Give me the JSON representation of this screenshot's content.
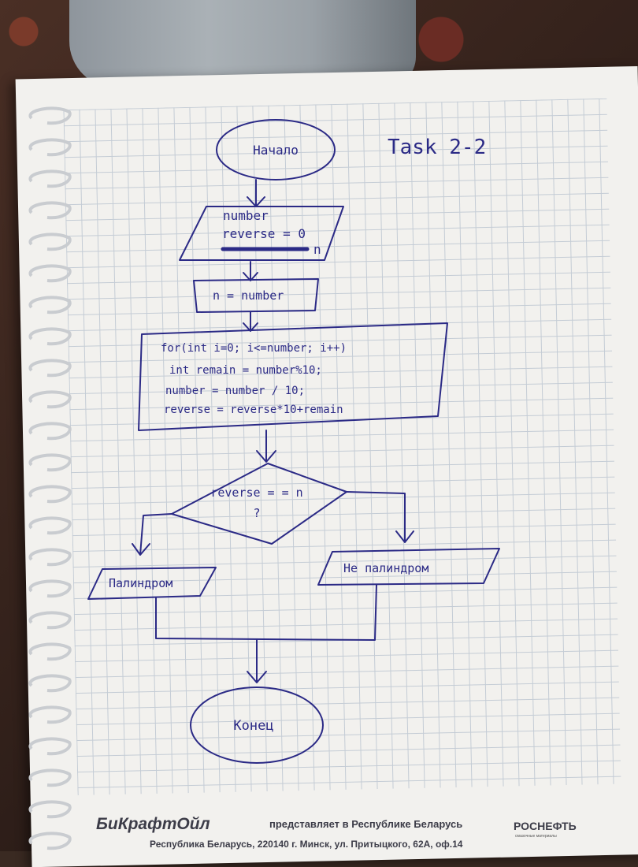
{
  "title": "Task 2-2",
  "colors": {
    "ink": "#2b2a86",
    "paper": "#f2f1ee",
    "grid": "#b9c3cf"
  },
  "nodes": {
    "start": "Начало",
    "input_1": "number",
    "input_2": "reverse = 0",
    "input_3": "n",
    "assign": "n = number",
    "loop_1": "for(int i=0; i<=number; i++)",
    "loop_2": "int remain = number%10;",
    "loop_3": "number = number / 10;",
    "loop_4": "reverse = reverse*10+remain",
    "decision_1": "reverse = = n",
    "decision_2": "?",
    "yes_output": "Палиндром",
    "no_output": "Не палиндром",
    "end": "Конец"
  },
  "footer": {
    "brand": "БиКрафтОйл",
    "tagline": "представляет в Республике Беларусь",
    "rosneft": "РОСНЕФТЬ",
    "rosneft_sub": "смазочные материалы",
    "address": "Республика Беларусь, 220140 г. Минск, ул. Притыцкого, 62А, оф.14"
  }
}
